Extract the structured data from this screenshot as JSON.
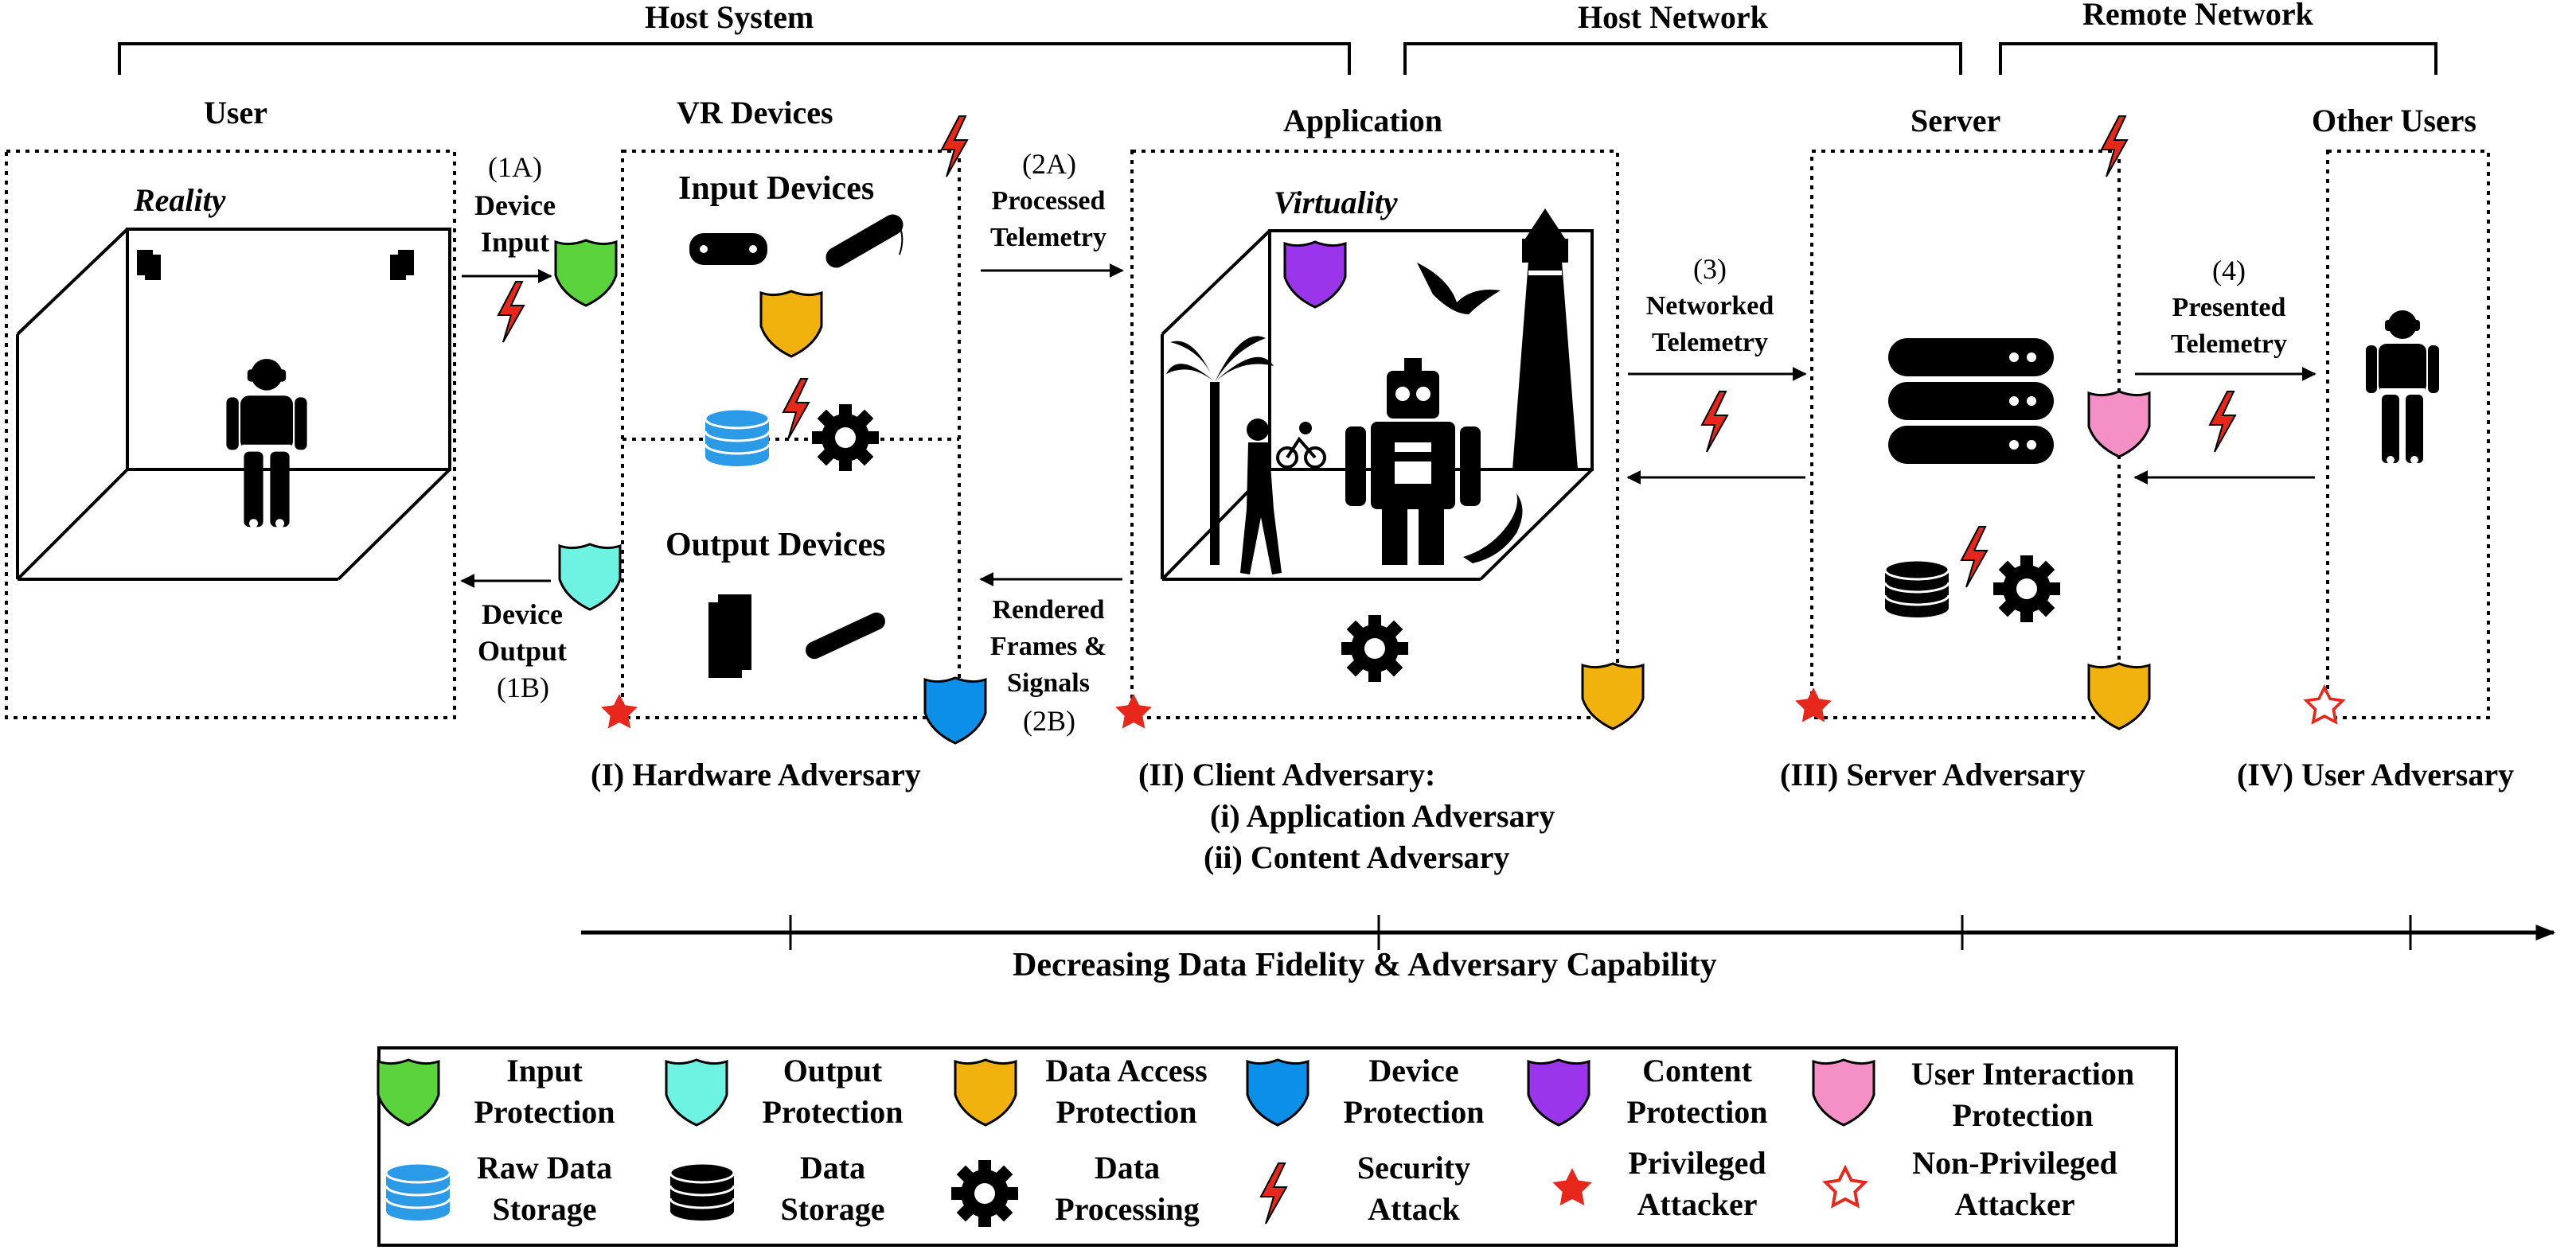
{
  "header": {
    "host_system": "Host System",
    "host_network": "Host Network",
    "remote_network": "Remote Network"
  },
  "entities": {
    "user": "User",
    "reality": "Reality",
    "vr_devices": "VR Devices",
    "input_devices": "Input Devices",
    "output_devices": "Output Devices",
    "application": "Application",
    "virtuality": "Virtuality",
    "server": "Server",
    "other_users": "Other Users"
  },
  "flows": {
    "f1a_id": "(1A)",
    "f1a_l1": "Device",
    "f1a_l2": "Input",
    "f1b_l1": "Device",
    "f1b_l2": "Output",
    "f1b_id": "(1B)",
    "f2a_id": "(2A)",
    "f2a_l1": "Processed",
    "f2a_l2": "Telemetry",
    "f2b_l1": "Rendered",
    "f2b_l2": "Frames &",
    "f2b_l3": "Signals",
    "f2b_id": "(2B)",
    "f3_id": "(3)",
    "f3_l1": "Networked",
    "f3_l2": "Telemetry",
    "f4_id": "(4)",
    "f4_l1": "Presented",
    "f4_l2": "Telemetry"
  },
  "adversaries": {
    "hardware": "(I) Hardware Adversary",
    "client": "(II) Client Adversary:",
    "client_i": "(i)   Application  Adversary",
    "client_ii": "(ii)  Content Adversary",
    "server": "(III) Server Adversary",
    "user": "(IV) User Adversary"
  },
  "axis_label": "Decreasing Data Fidelity & Adversary Capability",
  "legend": {
    "input_l1": "Input",
    "input_l2": "Protection",
    "output_l1": "Output",
    "output_l2": "Protection",
    "dataaccess_l1": "Data Access",
    "dataaccess_l2": "Protection",
    "device_l1": "Device",
    "device_l2": "Protection",
    "content_l1": "Content",
    "content_l2": "Protection",
    "userint_l1": "User Interaction",
    "userint_l2": "Protection",
    "rawdata_l1": "Raw Data",
    "rawdata_l2": "Storage",
    "data_l1": "Data",
    "data_l2": "Storage",
    "processing_l1": "Data",
    "processing_l2": "Processing",
    "attack_l1": "Security",
    "attack_l2": "Attack",
    "priv_l1": "Privileged",
    "priv_l2": "Attacker",
    "nonpriv_l1": "Non-Privileged",
    "nonpriv_l2": "Attacker"
  },
  "colors": {
    "input_protection": "#5bd33c",
    "output_protection": "#6ef2e2",
    "data_access_protection": "#f2b20e",
    "device_protection": "#0b8fe8",
    "content_protection": "#9a35ec",
    "user_interaction_protection": "#f590c6",
    "raw_data_storage": "#2b9be8",
    "attack": "#e8271c",
    "attacker": "#e8271c"
  }
}
